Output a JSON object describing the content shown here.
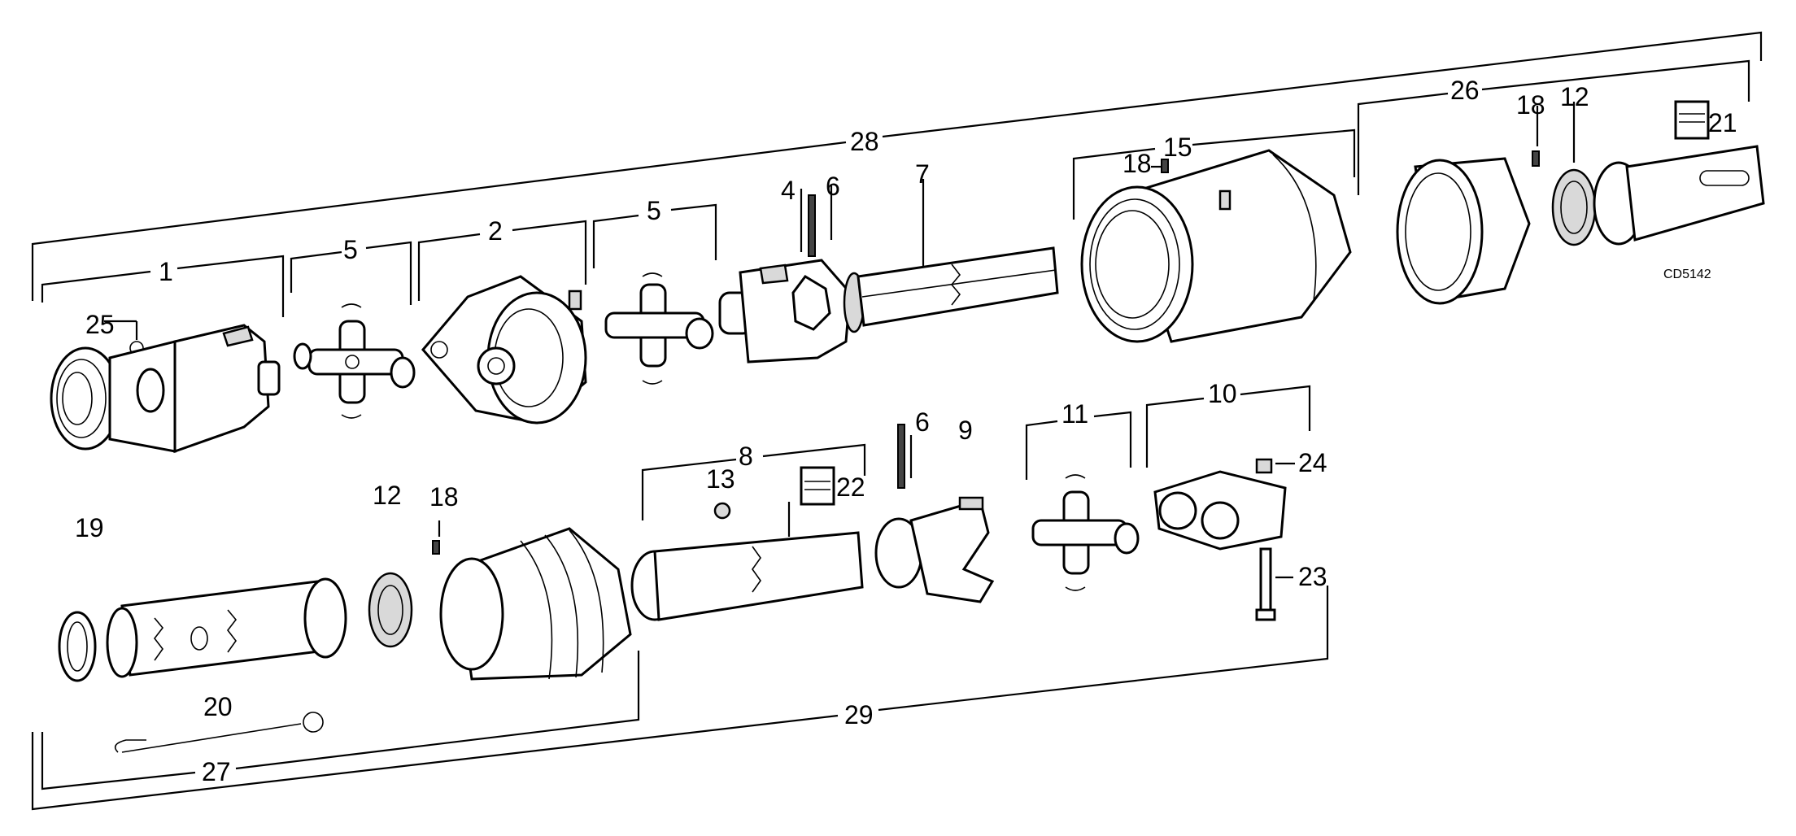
{
  "diagram": {
    "code": "CD5142",
    "labels": {
      "l1": "1",
      "l2": "2",
      "l4": "4",
      "l5a": "5",
      "l5b": "5",
      "l6a": "6",
      "l6b": "6",
      "l7": "7",
      "l8": "8",
      "l9": "9",
      "l10": "10",
      "l11": "11",
      "l12a": "12",
      "l12b": "12",
      "l13": "13",
      "l15": "15",
      "l18a": "18",
      "l18b": "18",
      "l18c": "18",
      "l19": "19",
      "l20": "20",
      "l21": "21",
      "l22": "22",
      "l23": "23",
      "l24": "24",
      "l25": "25",
      "l26": "26",
      "l27": "27",
      "l28": "28",
      "l29": "29"
    }
  }
}
